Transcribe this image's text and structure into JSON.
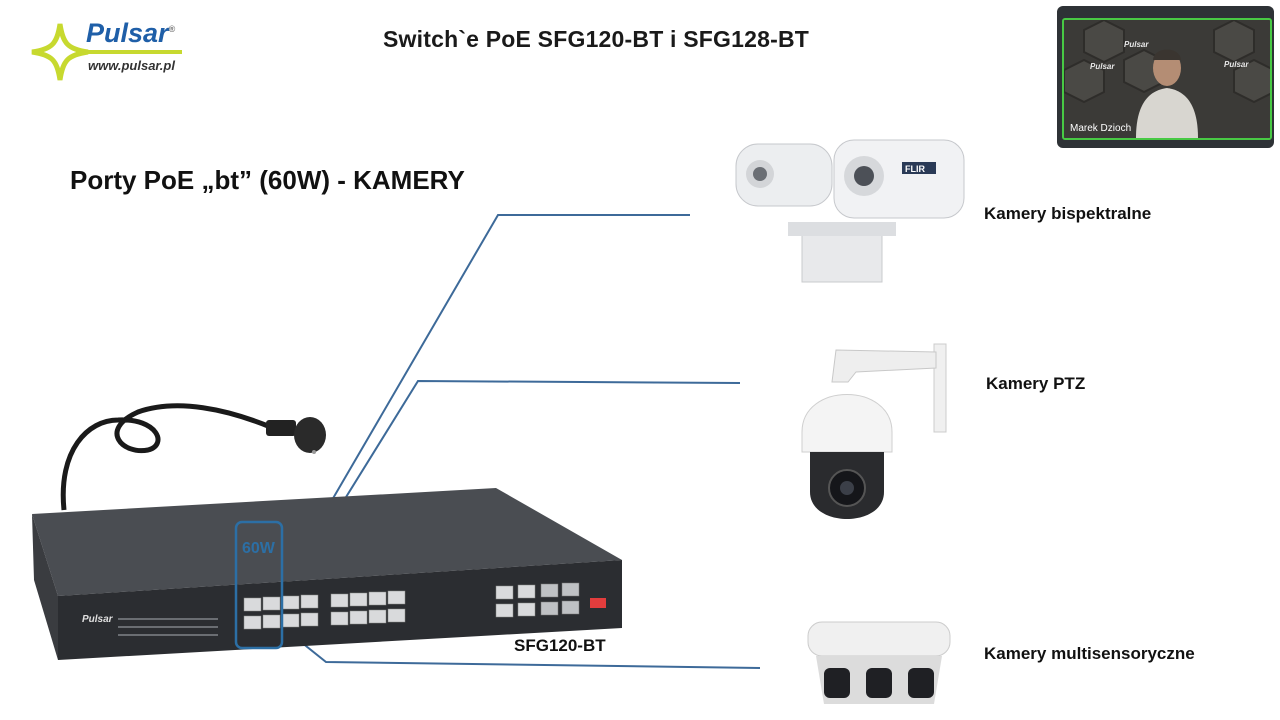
{
  "header": {
    "logo_text": "Pulsar",
    "logo_trademark": "®",
    "logo_url": "www.pulsar.pl",
    "title": "Switch`e  PoE  SFG120-BT i SFG128-BT"
  },
  "main": {
    "heading": "Porty PoE „bt” (60W)  -  KAMERY",
    "port_power": "60W",
    "switch_model": "SFG120-BT",
    "camera_labels": [
      "Kamery bispektralne",
      "Kamery PTZ",
      "Kamery multisensoryczne"
    ],
    "switch_brand": "Pulsar",
    "thermal_brand": "FLIR"
  },
  "video_tile": {
    "participant_name": "Marek Dzioch",
    "background_logo": "Pulsar",
    "active_speaker_color": "#48c944"
  },
  "colors": {
    "logo_blue": "#1f5fa8",
    "logo_green": "#c7d92f",
    "connector_lines": "#3d6a99",
    "port_highlight": "#2c6fa5"
  },
  "icons": {
    "logo_star": "four-point-star-icon",
    "plug": "power-plug-icon"
  }
}
